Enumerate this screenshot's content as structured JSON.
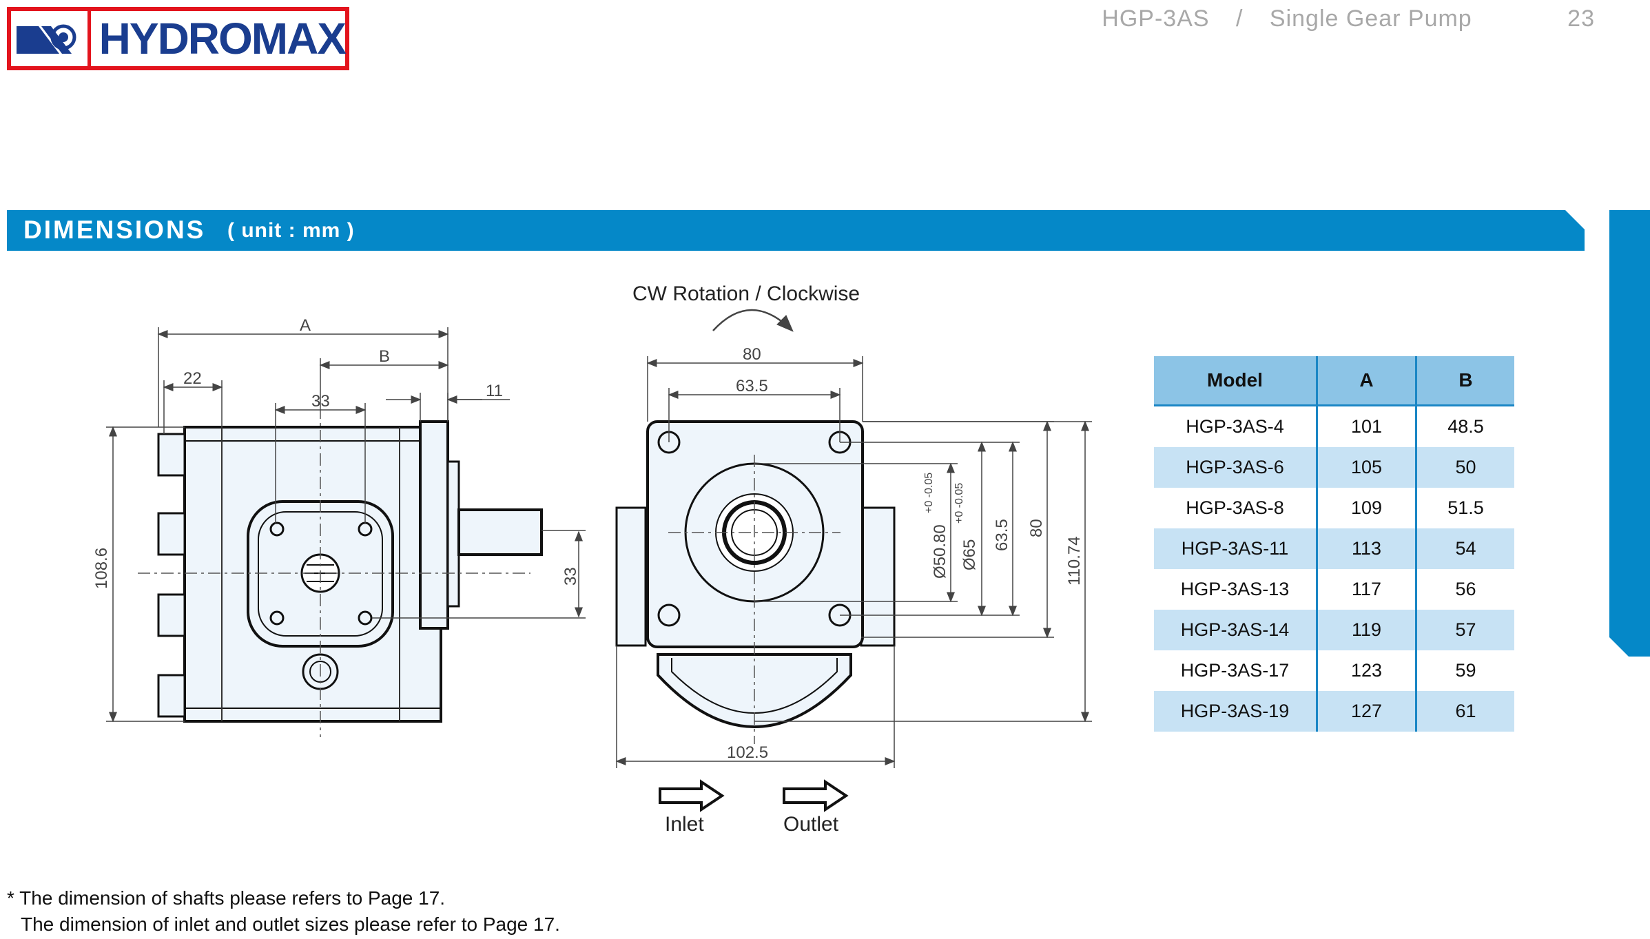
{
  "header": {
    "brand": "HYDROMAX",
    "model": "HGP-3AS",
    "separator": "/",
    "product": "Single Gear Pump",
    "page_number": "23"
  },
  "banner": {
    "title": "DIMENSIONS",
    "unit": "( unit : mm )"
  },
  "drawing": {
    "rotation_label": "CW Rotation / Clockwise",
    "side_view_dims": {
      "A": "A",
      "B": "B",
      "d22": "22",
      "d33": "33",
      "d11": "11",
      "d108_6": "108.6",
      "d33_shaft": "33"
    },
    "front_view_dims": {
      "d80_top": "80",
      "d63_5_top": "63.5",
      "d50_80": "Ø50.80",
      "tol_50": "+0 -0.05",
      "d65": "Ø65",
      "tol_65": "+0 -0.05",
      "d63_5_v": "63.5",
      "d80_v": "80",
      "d110_74": "110.74",
      "d102_5": "102.5"
    },
    "inlet_label": "Inlet",
    "outlet_label": "Outlet"
  },
  "table": {
    "headers": [
      "Model",
      "A",
      "B"
    ],
    "rows": [
      [
        "HGP-3AS-4",
        "101",
        "48.5"
      ],
      [
        "HGP-3AS-6",
        "105",
        "50"
      ],
      [
        "HGP-3AS-8",
        "109",
        "51.5"
      ],
      [
        "HGP-3AS-11",
        "113",
        "54"
      ],
      [
        "HGP-3AS-13",
        "117",
        "56"
      ],
      [
        "HGP-3AS-14",
        "119",
        "57"
      ],
      [
        "HGP-3AS-17",
        "123",
        "59"
      ],
      [
        "HGP-3AS-19",
        "127",
        "61"
      ]
    ]
  },
  "notes": {
    "line1": "* The dimension of shafts please refers to Page 17.",
    "line2": "The dimension of inlet and outlet sizes please refer to Page 17."
  },
  "colors": {
    "brand_red": "#e3141d",
    "brand_blue": "#1a3d8f",
    "banner_blue": "#0588c8",
    "table_header": "#8cc4e6",
    "table_alt_row": "#c7e2f4",
    "drawing_fill": "#eef5fb"
  }
}
